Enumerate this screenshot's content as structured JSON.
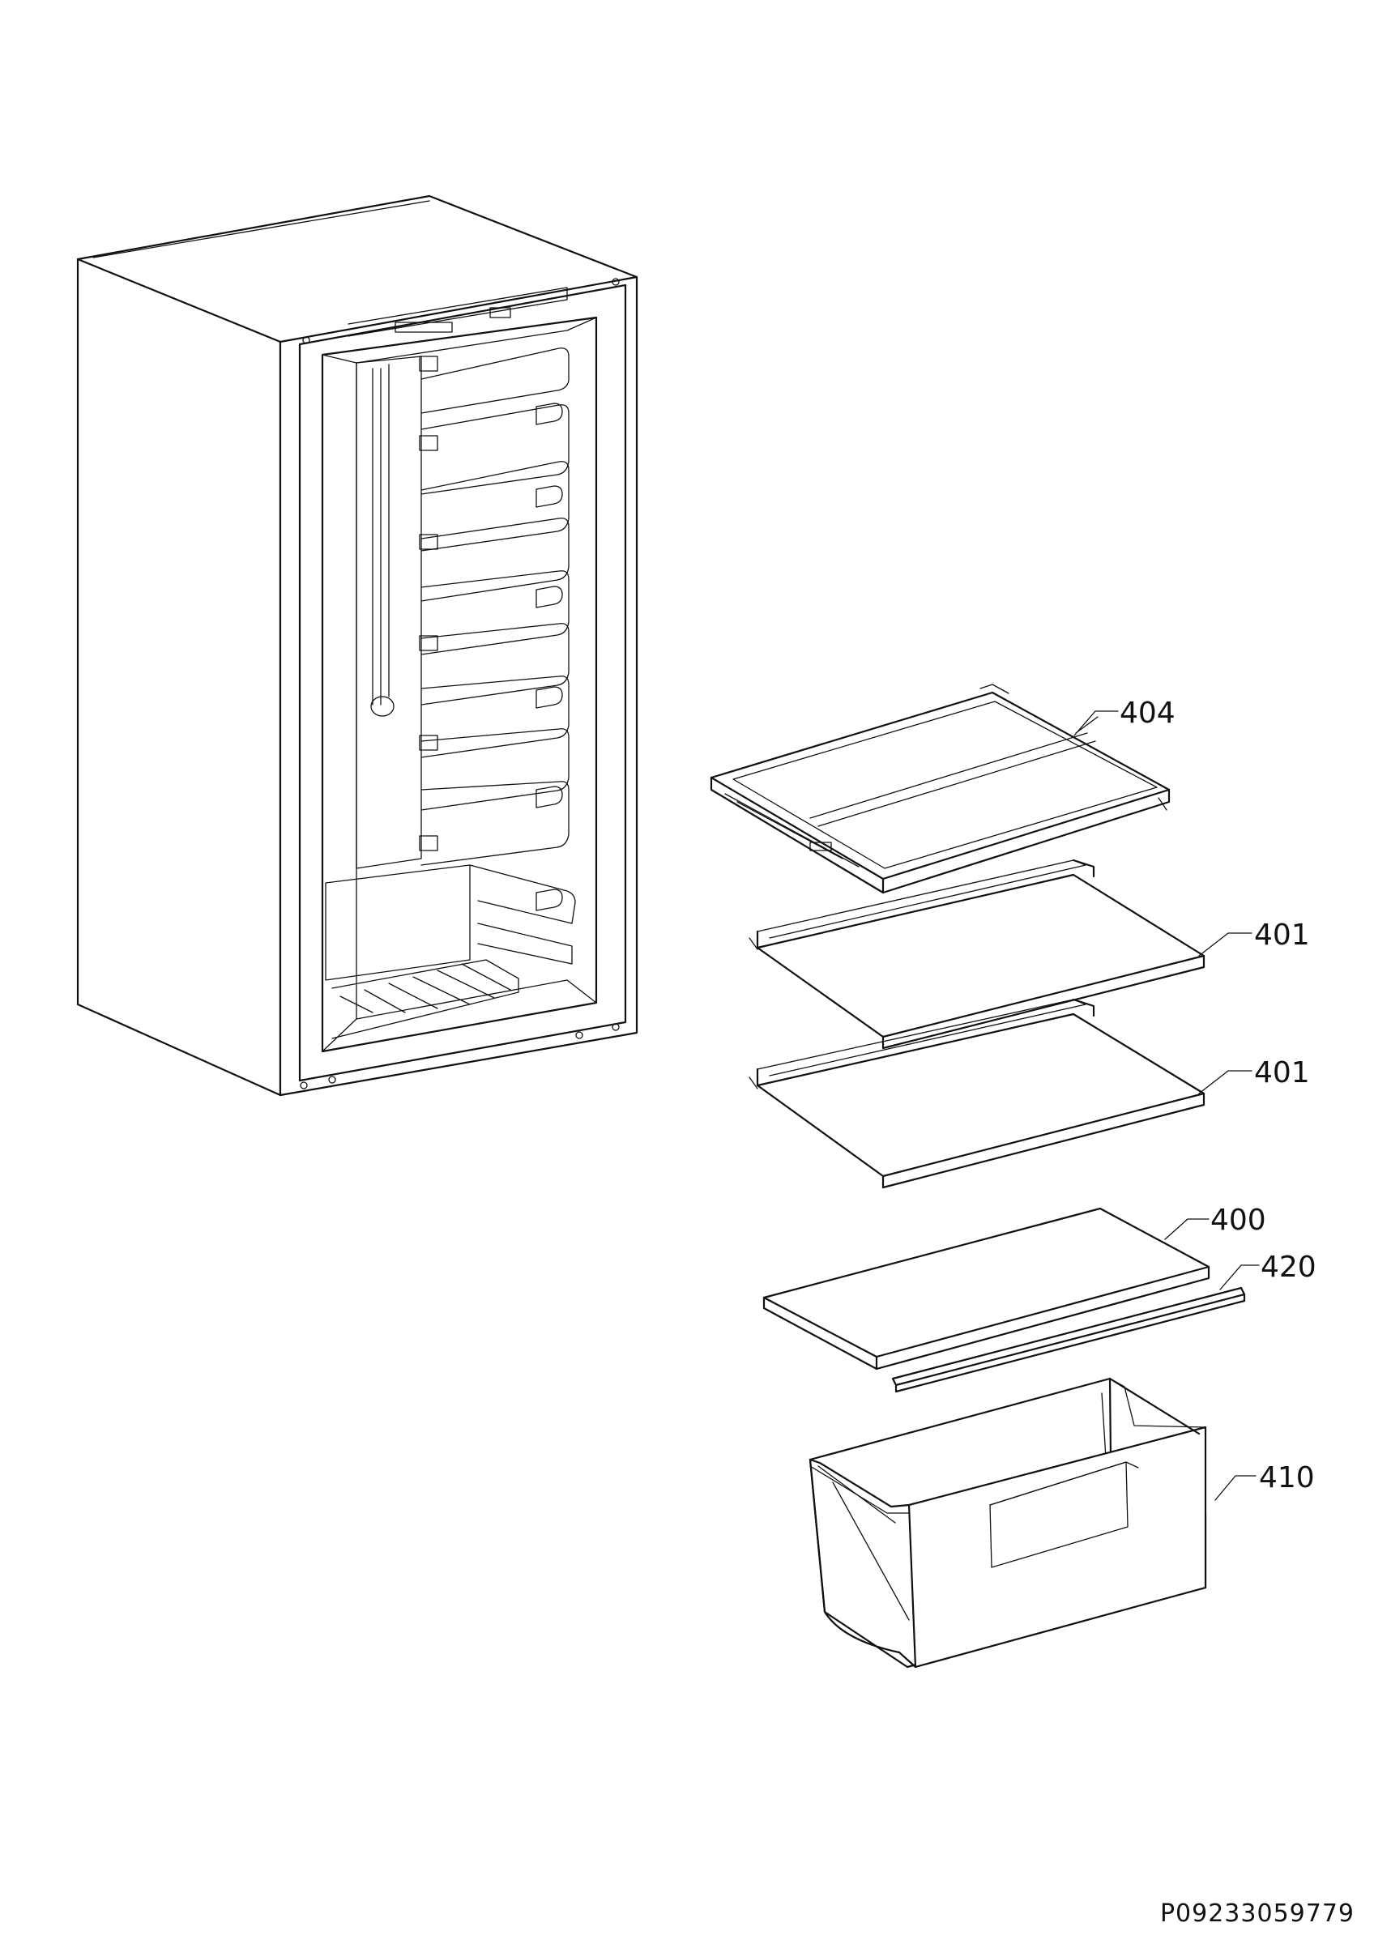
{
  "parts": [
    {
      "id": "p404",
      "label": "404"
    },
    {
      "id": "p401a",
      "label": "401"
    },
    {
      "id": "p401b",
      "label": "401"
    },
    {
      "id": "p400",
      "label": "400"
    },
    {
      "id": "p420",
      "label": "420"
    },
    {
      "id": "p410",
      "label": "410"
    }
  ],
  "document_code": "P09233059779"
}
